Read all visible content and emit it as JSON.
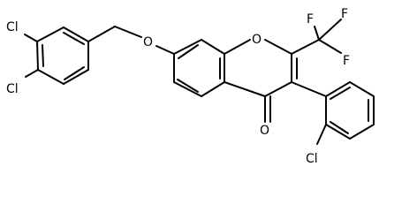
{
  "structure": {
    "colors": {
      "bond": "#000000",
      "label": "#000000",
      "background": "#ffffff"
    },
    "atoms": {
      "cl_upper": "Cl",
      "cl_lower": "Cl",
      "oxygen_ether": "O",
      "oxygen_ring": "O",
      "oxygen_carbonyl": "O",
      "fluorine_top": "F",
      "fluorine_right": "F",
      "fluorine_left": "F",
      "cl_aryl": "Cl"
    }
  }
}
